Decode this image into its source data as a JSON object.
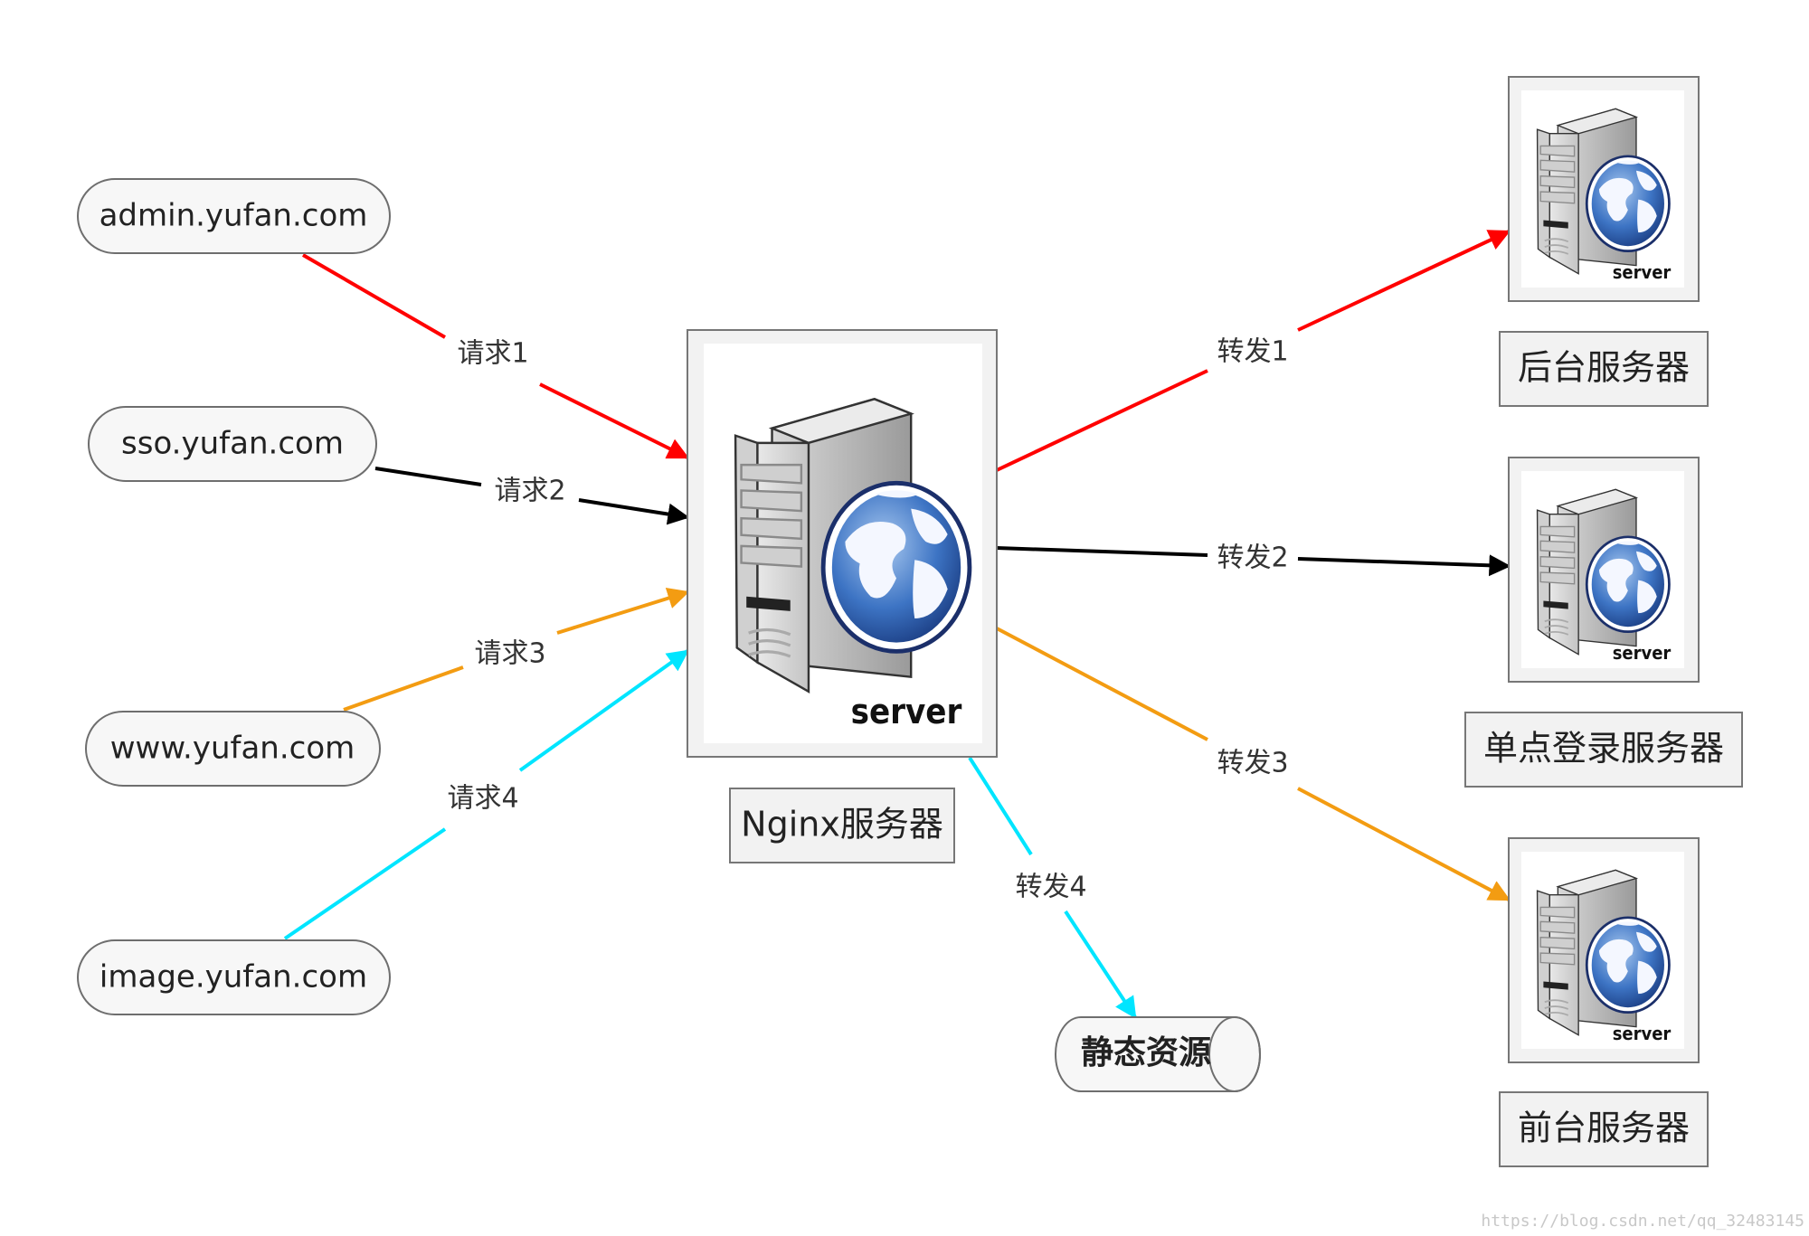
{
  "clients": [
    {
      "label": "admin.yufan.com"
    },
    {
      "label": "sso.yufan.com"
    },
    {
      "label": "www.yufan.com"
    },
    {
      "label": "image.yufan.com"
    }
  ],
  "requests": [
    {
      "label": "请求1",
      "color": "#ff0000"
    },
    {
      "label": "请求2",
      "color": "#000000"
    },
    {
      "label": "请求3",
      "color": "#f39c12"
    },
    {
      "label": "请求4",
      "color": "#00e5ff"
    }
  ],
  "nginx": {
    "label": "Nginx服务器",
    "icon": "server-globe-icon",
    "icon_text": "server"
  },
  "forwards": [
    {
      "label": "转发1",
      "color": "#ff0000"
    },
    {
      "label": "转发2",
      "color": "#000000"
    },
    {
      "label": "转发3",
      "color": "#f39c12"
    },
    {
      "label": "转发4",
      "color": "#00e5ff"
    }
  ],
  "backends": [
    {
      "label": "后台服务器",
      "icon_text": "server"
    },
    {
      "label": "单点登录服务器",
      "icon_text": "server"
    },
    {
      "label": "前台服务器",
      "icon_text": "server"
    }
  ],
  "static_resource": {
    "label": "静态资源"
  },
  "watermark": "https://blog.csdn.net/qq_32483145"
}
